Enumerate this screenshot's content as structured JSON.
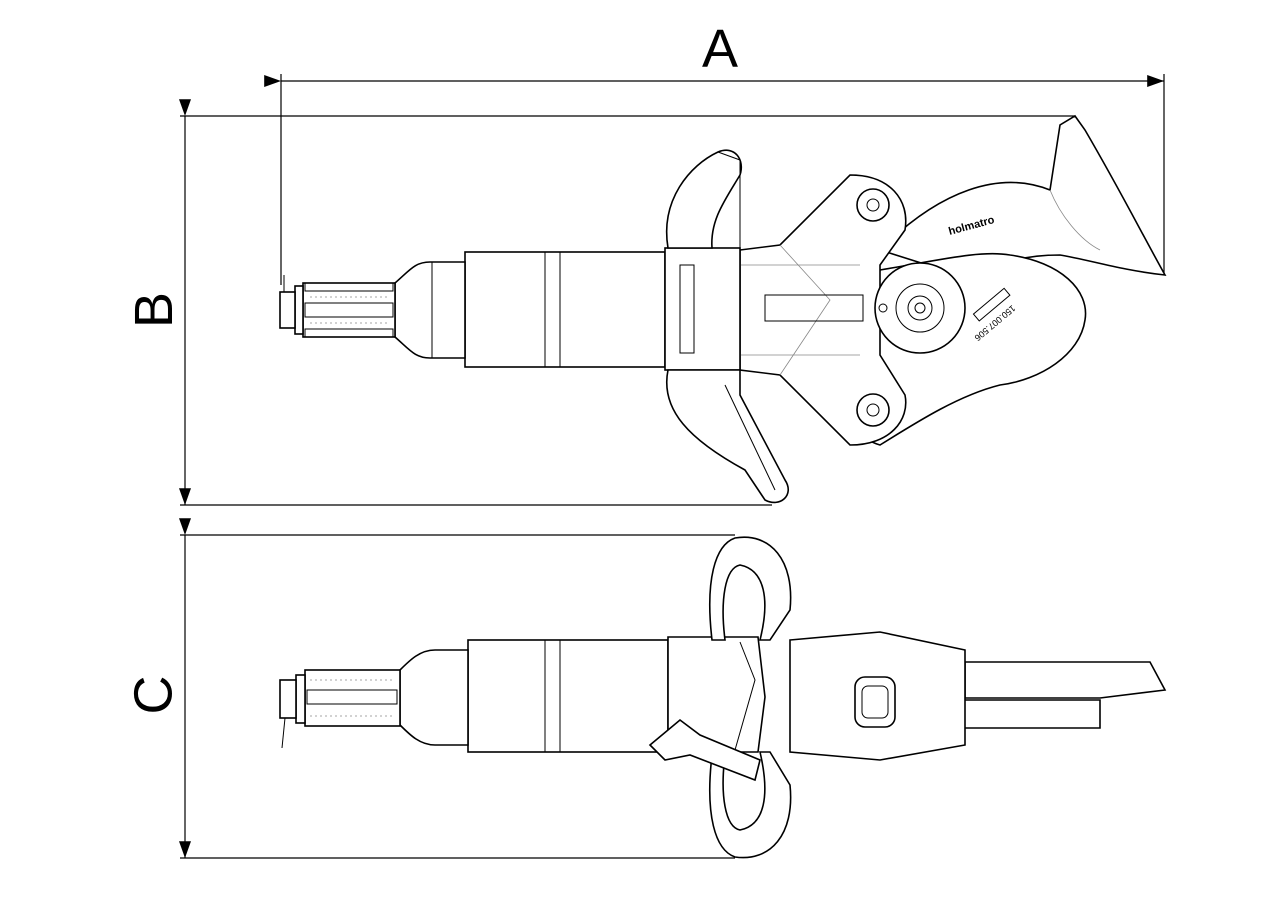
{
  "dimensions": {
    "a_label": "A",
    "b_label": "B",
    "c_label": "C"
  },
  "tool": {
    "brand": "holmatro",
    "serial": "150.007.506"
  }
}
